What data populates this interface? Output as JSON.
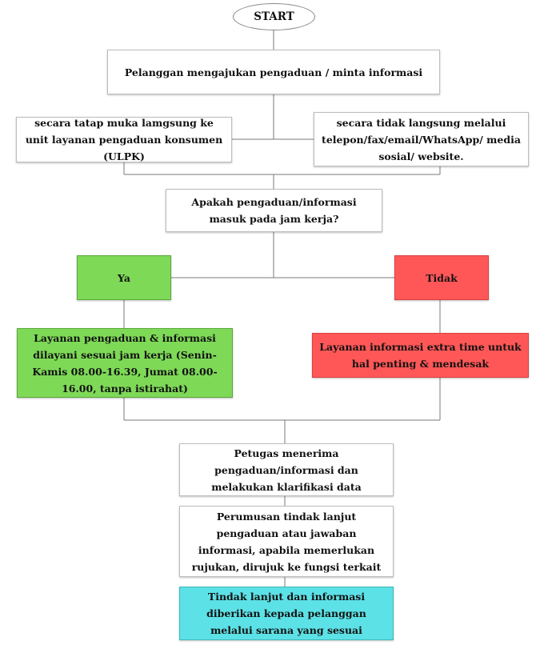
{
  "diagram": {
    "start": "START",
    "request": "Pelanggan mengajukan pengaduan / minta informasi",
    "direct": "secara tatap muka lamgsung ke unit layanan pengaduan konsumen (ULPK)",
    "indirect": "secara tidak langsung melalui telepon/fax/email/WhatsApp/ media sosial/ website.",
    "question": "Apakah pengaduan/informasi masuk pada jam kerja?",
    "yes": "Ya",
    "no": "Tidak",
    "yes_service": "Layanan pengaduan & informasi dilayani sesuai jam kerja (Senin-Kamis 08.00-16.39, Jumat 08.00-16.00, tanpa istirahat)",
    "no_service": "Layanan informasi extra time untuk hal penting & mendesak",
    "receive": "Petugas menerima pengaduan/informasi dan melakukan klarifikasi data",
    "formulate": "Perumusan tindak lanjut pengaduan atau jawaban informasi, apabila memerlukan rujukan, dirujuk ke fungsi terkait",
    "deliver": "Tindak lanjut dan informasi diberikan kepada pelanggan melalui sarana yang sesuai"
  },
  "colors": {
    "yes": "#7ed957",
    "no": "#ff5757",
    "final": "#5ce1e6",
    "connector": "#7a7a7a"
  }
}
